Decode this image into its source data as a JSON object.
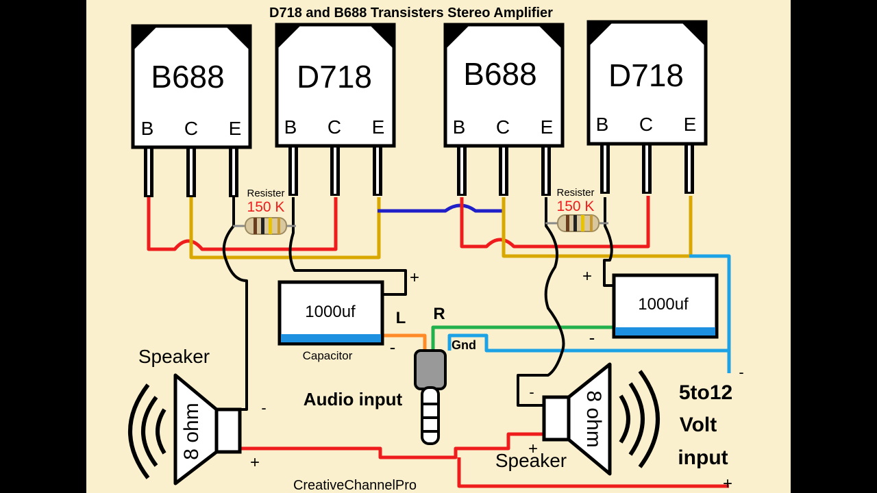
{
  "title": "D718 and B688 Transisters Stereo Amplifier",
  "credit": "CreativeChannelPro",
  "transistors": [
    {
      "name": "B688",
      "pins": [
        "B",
        "C",
        "E"
      ]
    },
    {
      "name": "D718",
      "pins": [
        "B",
        "C",
        "E"
      ]
    },
    {
      "name": "B688",
      "pins": [
        "B",
        "C",
        "E"
      ]
    },
    {
      "name": "D718",
      "pins": [
        "B",
        "C",
        "E"
      ]
    }
  ],
  "resistors": [
    {
      "label": "Resister",
      "value": "150 K"
    },
    {
      "label": "Resister",
      "value": "150 K"
    }
  ],
  "capacitors": [
    {
      "value": "1000uf",
      "plus": "+",
      "minus": "-"
    },
    {
      "value": "1000uf",
      "plus": "+",
      "minus": "-"
    }
  ],
  "capacitor_label": "Capacitor",
  "audio": {
    "label": "Audio input",
    "left": "L",
    "right": "R",
    "ground": "Gnd"
  },
  "speakers": [
    {
      "label": "Speaker",
      "impedance": "8 ohm",
      "minus": "-",
      "plus": "+"
    },
    {
      "label": "Speaker",
      "impedance": "8 ohm",
      "minus": "-",
      "plus": "+"
    }
  ],
  "power": {
    "line1": "5to12",
    "line2": "Volt",
    "line3": "input",
    "minus": "-",
    "plus": "+"
  },
  "colors": {
    "background": "#fbf0cd",
    "red": "#ee1c1c",
    "yellow": "#d8a800",
    "blue": "#2020c8",
    "cyan": "#1ea2e6",
    "green": "#22b14c",
    "orange": "#ff8a28"
  }
}
